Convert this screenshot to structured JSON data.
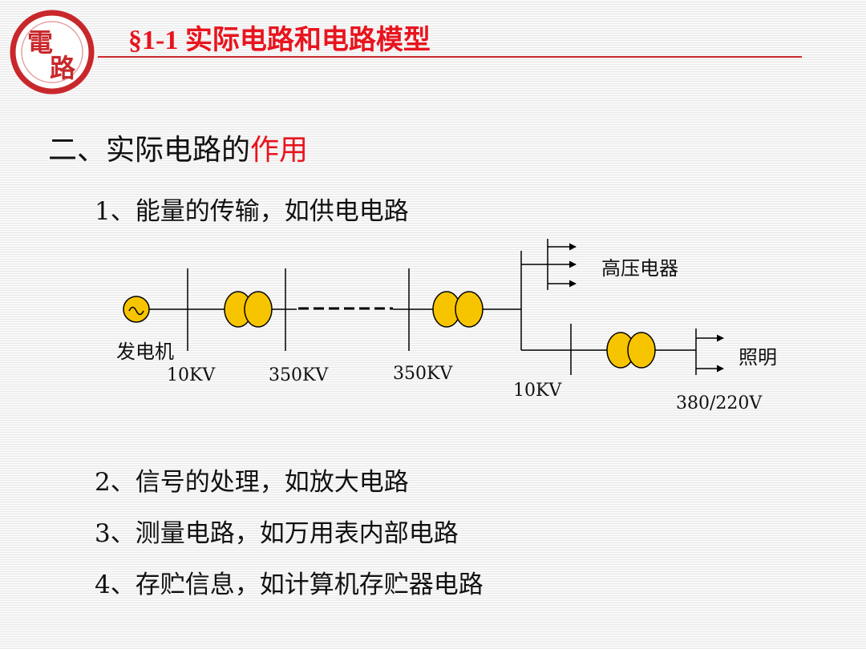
{
  "logo": {
    "char_top": "電",
    "char_bottom": "路"
  },
  "title": "§1-1 实际电路和电路模型",
  "heading": {
    "prefix": "二、实际电路的",
    "highlight": "作用"
  },
  "items": [
    "1、能量的传输，如供电电路",
    "2、信号的处理，如放大电路",
    "3、测量电路，如万用表内部电路",
    "4、存贮信息，如计算机存贮器电路"
  ],
  "diagram": {
    "labels": {
      "generator": "发电机",
      "v_10kv_a": "10KV",
      "v_350kv_a": "350KV",
      "v_350kv_b": "350KV",
      "v_10kv_b": "10KV",
      "v_380_220": "380/220V",
      "high_voltage": "高压电器",
      "lighting": "照明"
    },
    "colors": {
      "coil_fill": "#f7c400",
      "line": "#000000",
      "logo_red": "#c8282c",
      "title_red": "#e8141e"
    }
  }
}
